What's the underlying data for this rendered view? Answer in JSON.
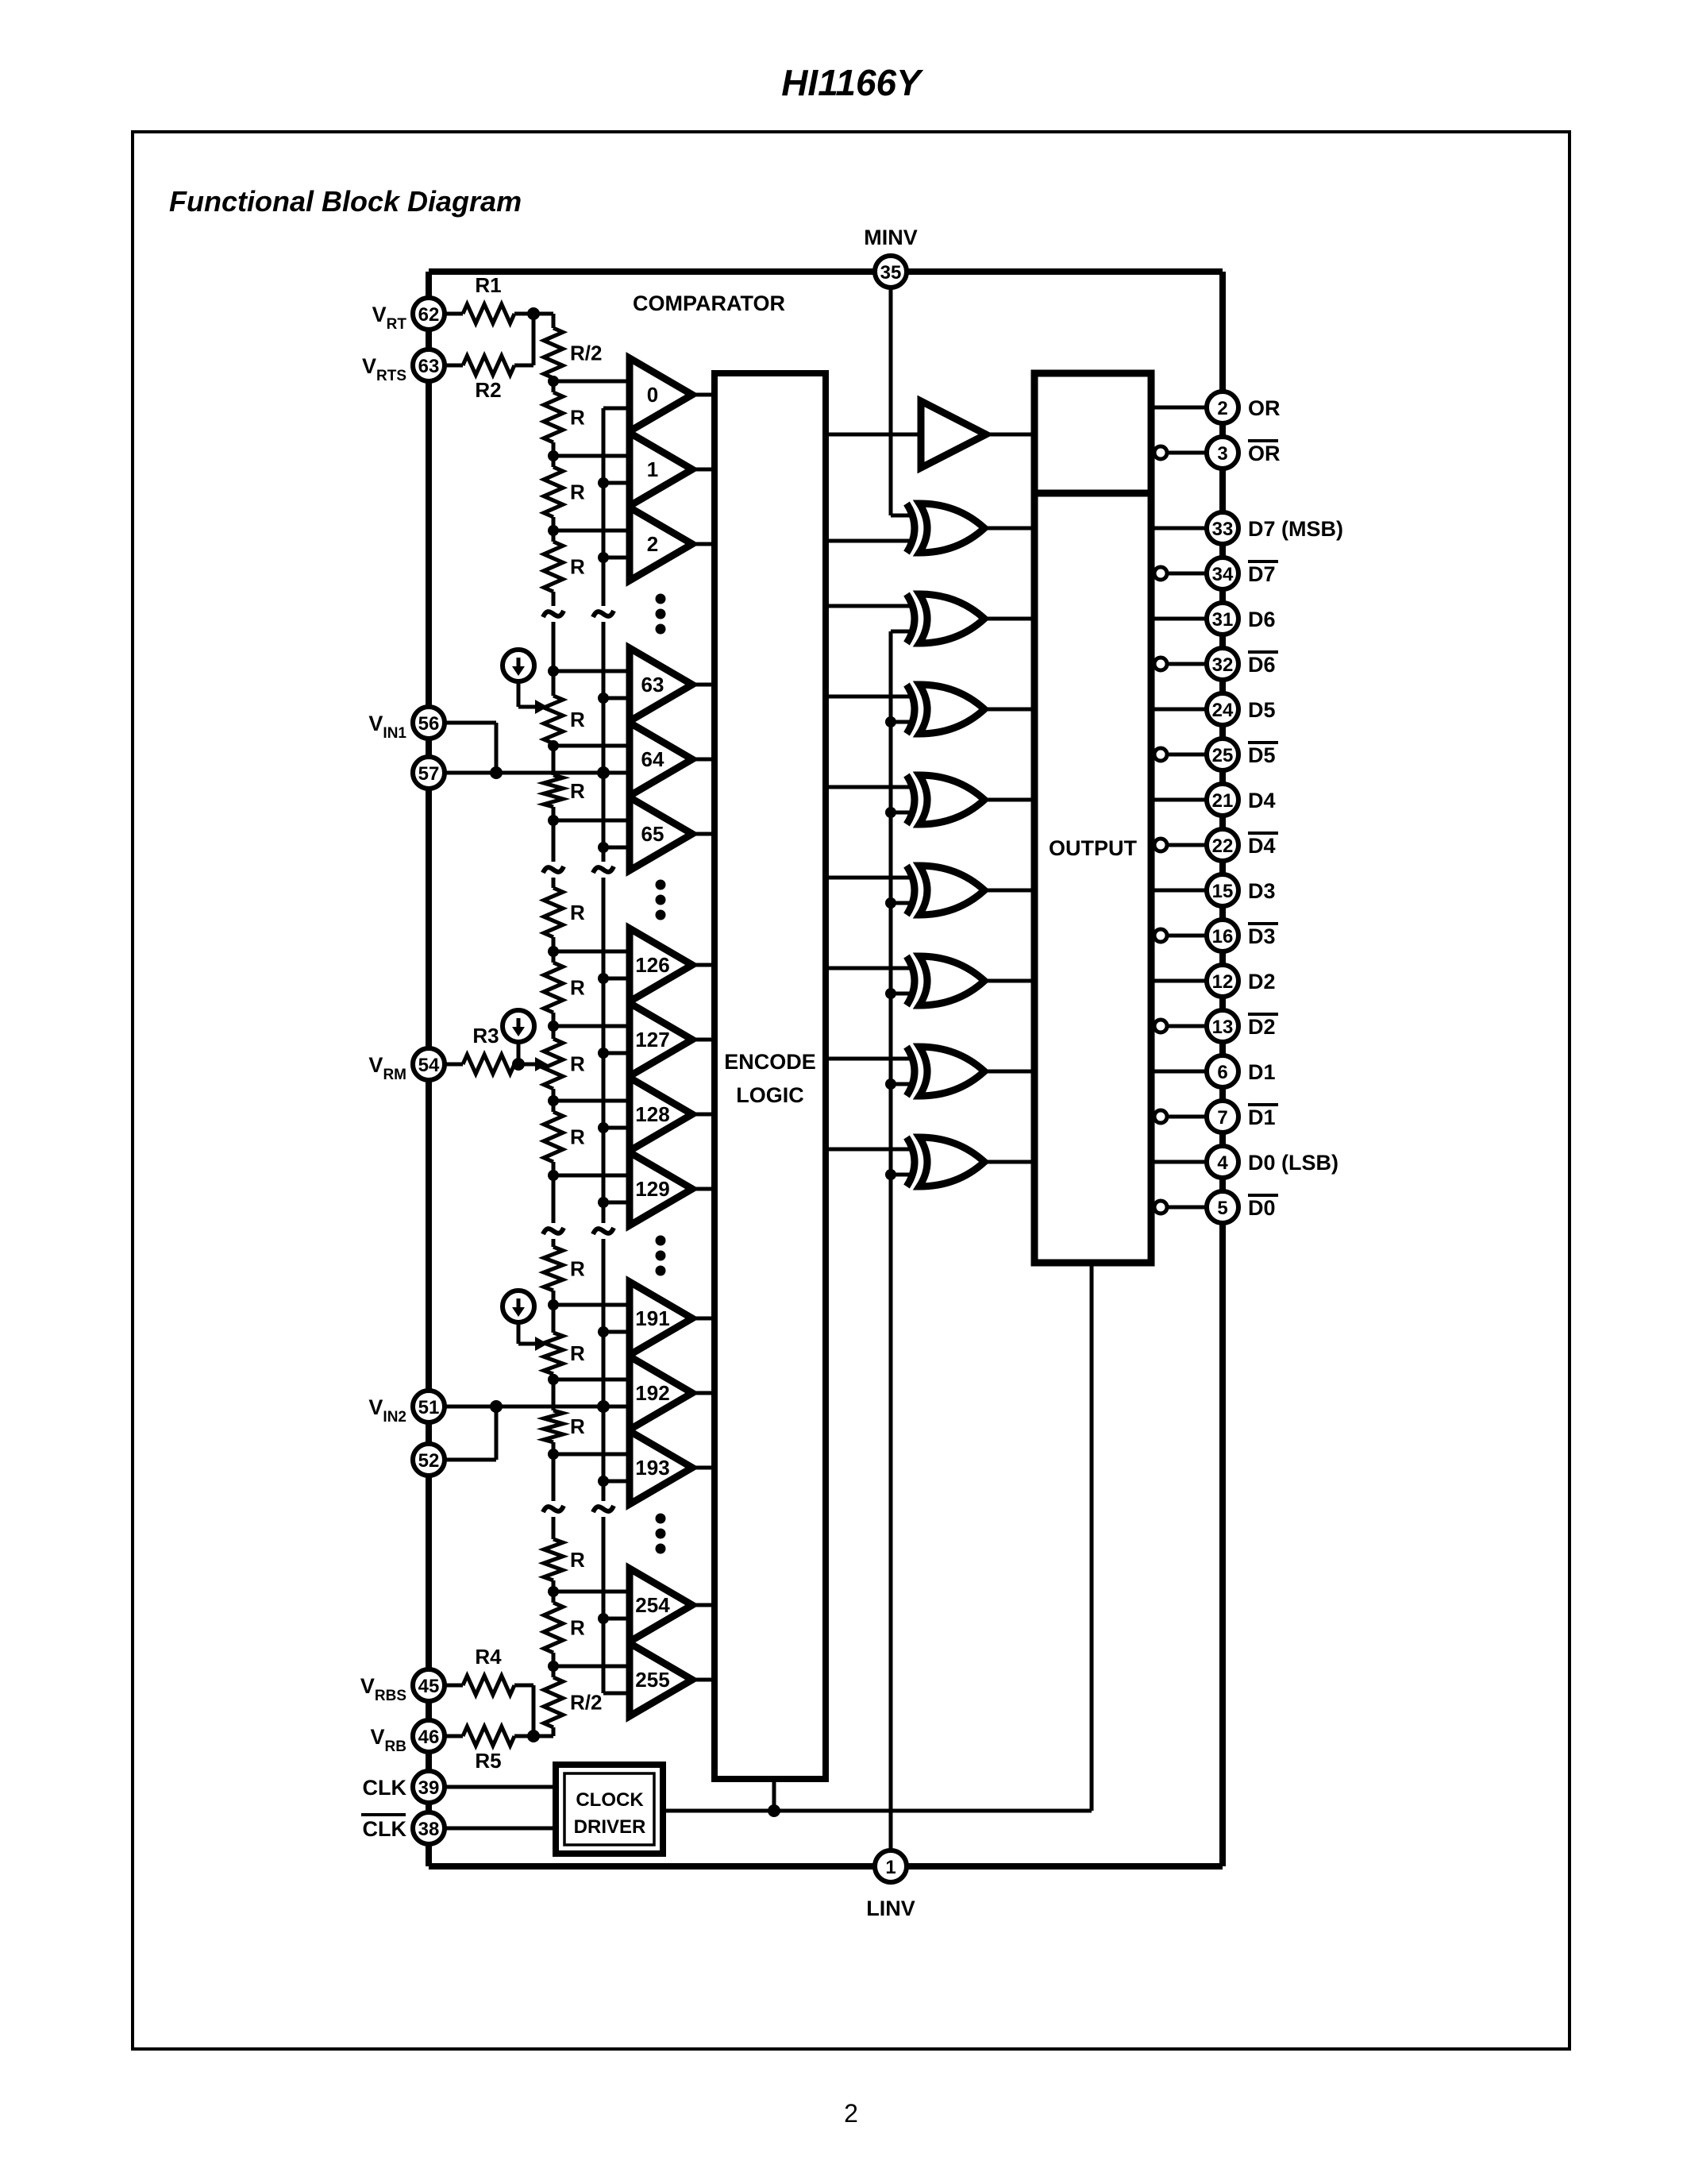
{
  "page": {
    "title": "HI1166Y",
    "heading": "Functional Block Diagram",
    "page_number": "2"
  },
  "blocks": {
    "comparator_label": "COMPARATOR",
    "encode_logic": [
      "ENCODE",
      "LOGIC"
    ],
    "output": "OUTPUT",
    "clock_driver": [
      "CLOCK",
      "DRIVER"
    ]
  },
  "pins": {
    "top": {
      "num": "35",
      "label": "MINV"
    },
    "bottom": {
      "num": "1",
      "label": "LINV"
    },
    "left": [
      {
        "num": "62",
        "label": "V",
        "sub": "RT",
        "overline": false
      },
      {
        "num": "63",
        "label": "V",
        "sub": "RTS",
        "overline": false
      },
      {
        "num": "56",
        "label": "V",
        "sub": "IN1",
        "overline": false
      },
      {
        "num": "57",
        "label": "",
        "sub": "",
        "overline": false
      },
      {
        "num": "54",
        "label": "V",
        "sub": "RM",
        "overline": false
      },
      {
        "num": "51",
        "label": "V",
        "sub": "IN2",
        "overline": false
      },
      {
        "num": "52",
        "label": "",
        "sub": "",
        "overline": false
      },
      {
        "num": "45",
        "label": "V",
        "sub": "RBS",
        "overline": false
      },
      {
        "num": "46",
        "label": "V",
        "sub": "RB",
        "overline": false
      },
      {
        "num": "39",
        "label": "CLK",
        "sub": "",
        "overline": false
      },
      {
        "num": "38",
        "label": "CLK",
        "sub": "",
        "overline": true
      }
    ],
    "right": [
      {
        "num": "2",
        "label": "OR",
        "suffix": "",
        "overline": false
      },
      {
        "num": "3",
        "label": "OR",
        "suffix": "",
        "overline": true
      },
      {
        "num": "33",
        "label": "D7",
        "suffix": " (MSB)",
        "overline": false
      },
      {
        "num": "34",
        "label": "D7",
        "suffix": "",
        "overline": true
      },
      {
        "num": "31",
        "label": "D6",
        "suffix": "",
        "overline": false
      },
      {
        "num": "32",
        "label": "D6",
        "suffix": "",
        "overline": true
      },
      {
        "num": "24",
        "label": "D5",
        "suffix": "",
        "overline": false
      },
      {
        "num": "25",
        "label": "D5",
        "suffix": "",
        "overline": true
      },
      {
        "num": "21",
        "label": "D4",
        "suffix": "",
        "overline": false
      },
      {
        "num": "22",
        "label": "D4",
        "suffix": "",
        "overline": true
      },
      {
        "num": "15",
        "label": "D3",
        "suffix": "",
        "overline": false
      },
      {
        "num": "16",
        "label": "D3",
        "suffix": "",
        "overline": true
      },
      {
        "num": "12",
        "label": "D2",
        "suffix": "",
        "overline": false
      },
      {
        "num": "13",
        "label": "D2",
        "suffix": "",
        "overline": true
      },
      {
        "num": "6",
        "label": "D1",
        "suffix": "",
        "overline": false
      },
      {
        "num": "7",
        "label": "D1",
        "suffix": "",
        "overline": true
      },
      {
        "num": "4",
        "label": "D0",
        "suffix": " (LSB)",
        "overline": false
      },
      {
        "num": "5",
        "label": "D0",
        "suffix": "",
        "overline": true
      }
    ]
  },
  "comparators": [
    "0",
    "1",
    "2",
    "63",
    "64",
    "65",
    "126",
    "127",
    "128",
    "129",
    "191",
    "192",
    "193",
    "254",
    "255"
  ],
  "resistors": {
    "r1": "R1",
    "r2": "R2",
    "r3": "R3",
    "r4": "R4",
    "r5": "R5",
    "r_half": "R/2",
    "r": "R"
  },
  "colors": {
    "ink": "#000000",
    "paper": "#ffffff"
  }
}
